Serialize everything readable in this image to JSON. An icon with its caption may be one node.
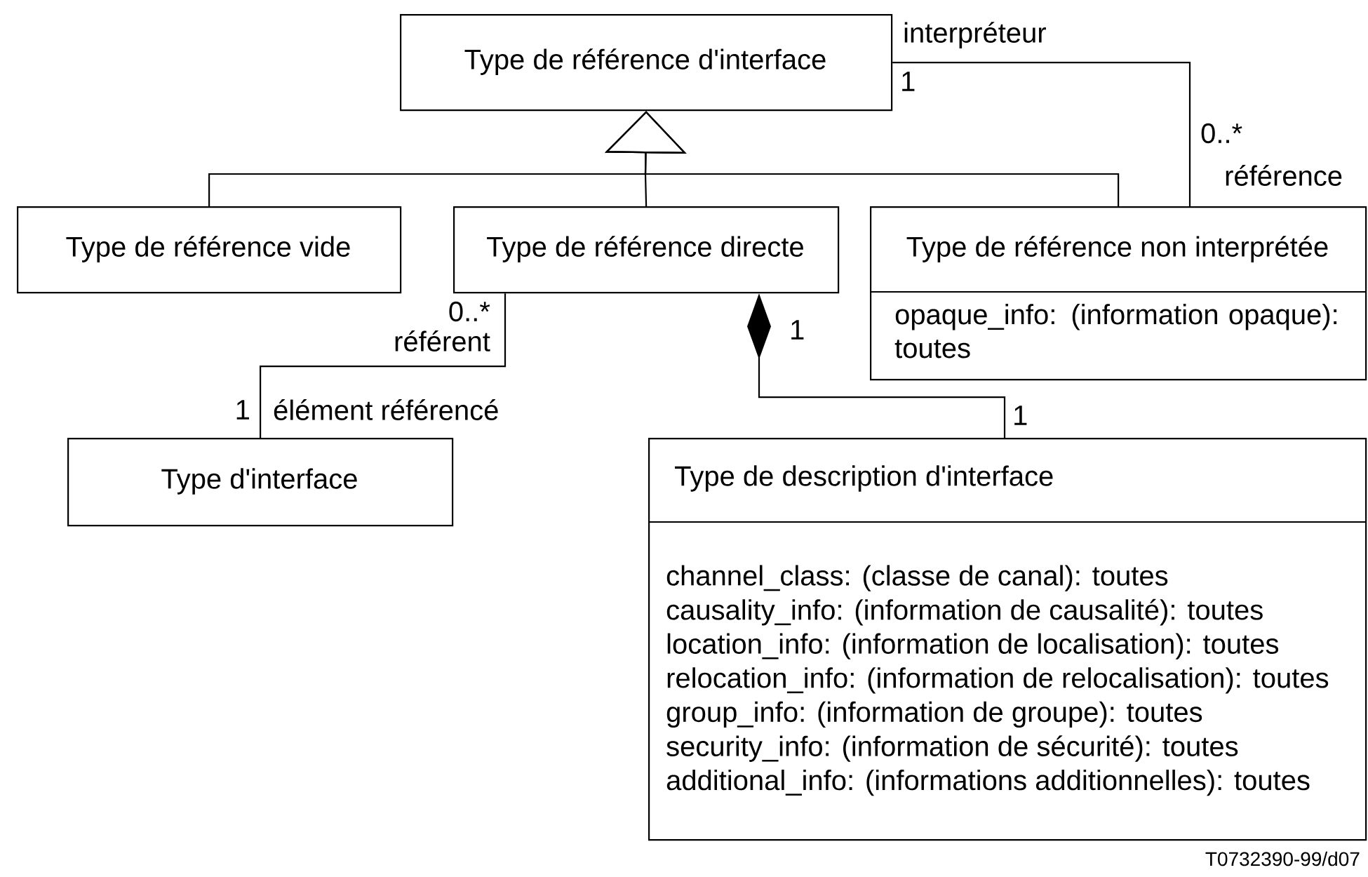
{
  "diagram": {
    "nodes": [
      {
        "text": [
          "Type de référence d'interface"
        ]
      },
      {
        "text": [
          "Type de référence vide"
        ]
      },
      {
        "text": [
          "Type de référence directe"
        ]
      },
      {
        "text": [
          "Type de référence non interprétée",
          "opaque_info: (information opaque): toutes"
        ]
      },
      {
        "text": [
          "Type d'interface"
        ]
      },
      {
        "text": [
          "Type de description d'interface",
          "channel_class: (classe de canal): toutes",
          "causality_info: (information de causalité): toutes",
          "location_info: (information de localisation): toutes",
          "relocation_info: (information de relocalisation): toutes",
          "group_info: (information de groupe): toutes",
          "security_info: (information de sécurité): toutes",
          "additional_info: (informations additionnelles): toutes"
        ]
      }
    ],
    "edges": [
      {
        "from": 1,
        "to": 0,
        "arrow": "to"
      },
      {
        "from": 2,
        "to": 0,
        "arrow": "to"
      },
      {
        "from": 3,
        "to": 0,
        "arrow": "to"
      },
      {
        "from": 0,
        "to": 3,
        "arrow": "none"
      },
      {
        "from": 2,
        "to": 4,
        "arrow": "none"
      },
      {
        "from": 2,
        "to": 5,
        "arrow": "other"
      }
    ],
    "labels": [
      "interpréteur",
      "1",
      "0..*",
      "référence",
      "0..*",
      "référent",
      "1",
      "1",
      "élément référencé",
      "1",
      "T0732390-99/d07"
    ]
  }
}
